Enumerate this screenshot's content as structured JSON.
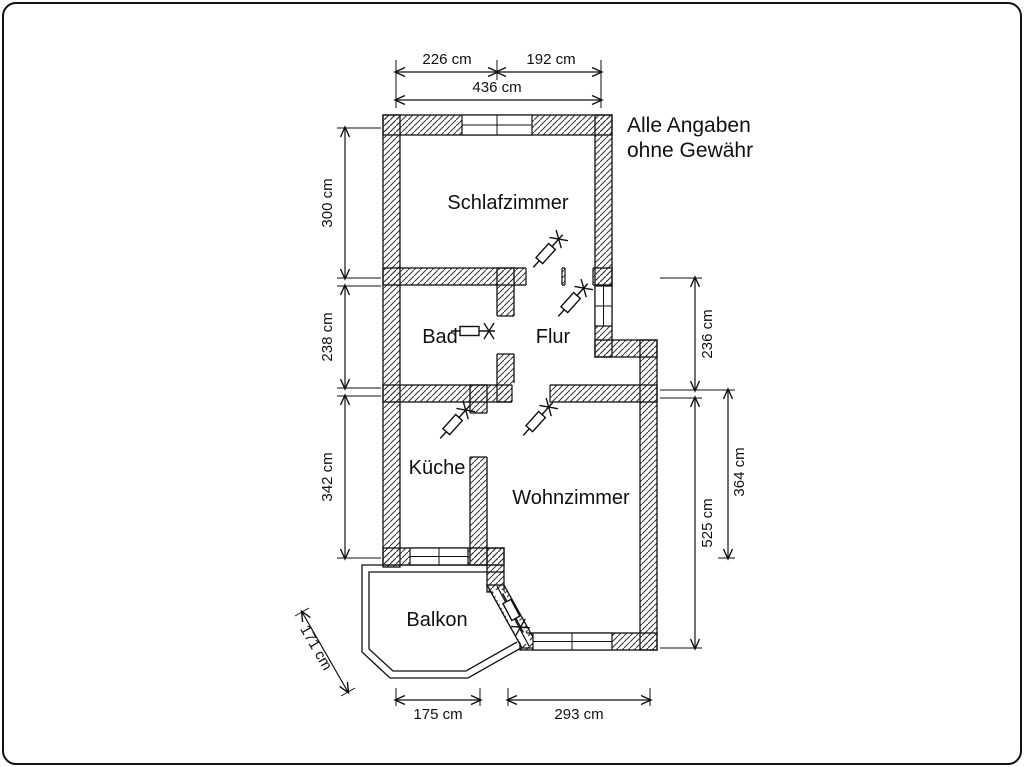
{
  "disclaimer": {
    "line1": "Alle Angaben",
    "line2": "ohne Gewähr"
  },
  "rooms": {
    "schlafzimmer": "Schlafzimmer",
    "bad": "Bad",
    "flur": "Flur",
    "kueche": "Küche",
    "wohnzimmer": "Wohnzimmer",
    "balkon": "Balkon"
  },
  "dimensions": {
    "top_left": "226 cm",
    "top_right": "192 cm",
    "top_total": "436 cm",
    "left_upper": "300 cm",
    "left_middle": "238 cm",
    "left_lower": "342 cm",
    "right_upper": "236 cm",
    "right_inner": "525 cm",
    "right_outer": "364 cm",
    "bottom_left": "175 cm",
    "bottom_right": "293 cm",
    "diagonal": "171 cm"
  }
}
